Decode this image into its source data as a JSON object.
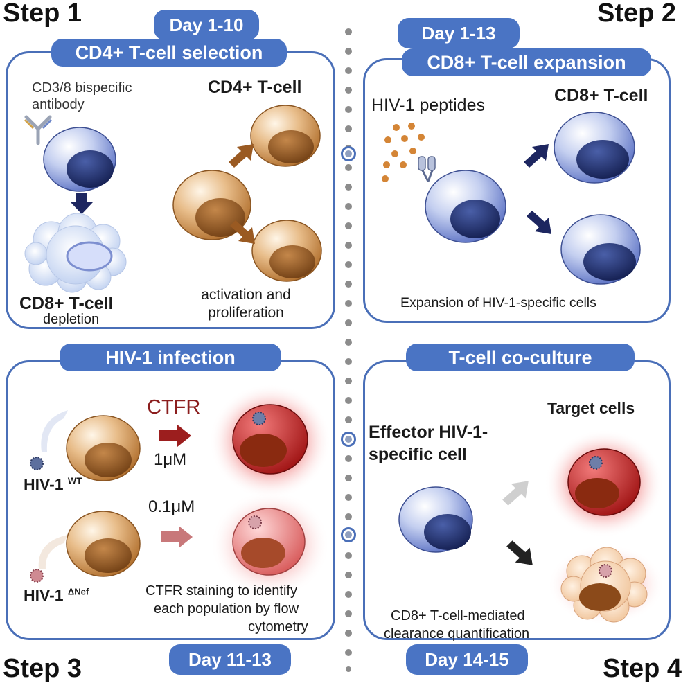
{
  "steps": {
    "s1": "Step 1",
    "s2": "Step 2",
    "s3": "Step 3",
    "s4": "Step 4"
  },
  "panel1": {
    "day": "Day 1-10",
    "title": "CD4+ T-cell selection",
    "antibody": [
      "CD3/8 bispecific",
      "antibody"
    ],
    "cd4_label": "CD4+ T-cell",
    "cd8_label": "CD8+ T-cell",
    "depletion": "depletion",
    "activation": [
      "activation and",
      "proliferation"
    ]
  },
  "panel2": {
    "day": "Day 1-13",
    "title": "CD8+ T-cell expansion",
    "peptides": "HIV-1 peptides",
    "cd8_label": "CD8+ T-cell",
    "expansion": "Expansion of HIV-1-specific cells"
  },
  "panel3": {
    "title": "HIV-1 infection",
    "day": "Day 11-13",
    "ctfr": "CTFR",
    "conc_high": "1μM",
    "conc_low": "0.1μM",
    "hiv_wt": "HIV-1",
    "hiv_wt_sup": "WT",
    "hiv_nef": "HIV-1",
    "hiv_nef_sup": "ΔNef",
    "staining": [
      "CTFR staining to identify",
      "each population by flow",
      "cytometry"
    ]
  },
  "panel4": {
    "title": "T-cell co-culture",
    "day": "Day 14-15",
    "effector": [
      "Effector HIV-1-",
      "specific cell"
    ],
    "target": "Target cells",
    "clearance": [
      "CD8+ T-cell-mediated",
      "clearance quantification"
    ]
  },
  "colors": {
    "frame": "#4a6fb8",
    "pill": "#4a74c4",
    "cd4_cell": "#c98a4a",
    "cd8_cell": "#6f86cf",
    "arrow_brown": "#9a5a22",
    "arrow_navy": "#1d2660",
    "arrow_red": "#9c1e1e",
    "ctfr_text": "#8b1d1d"
  },
  "icons": [
    "antibody-icon",
    "peptide-dots-icon",
    "tcr-receptor-icon",
    "virus-icon",
    "arrow-icon"
  ]
}
